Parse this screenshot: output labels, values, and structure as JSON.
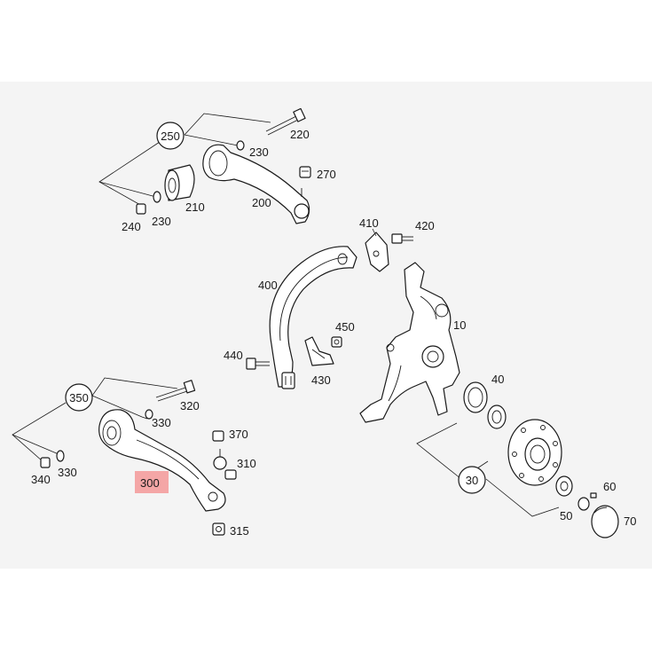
{
  "callouts": {
    "c10": "10",
    "c30": "30",
    "c40": "40",
    "c50": "50",
    "c60": "60",
    "c70": "70",
    "c200": "200",
    "c210": "210",
    "c220": "220",
    "c230a": "230",
    "c230b": "230",
    "c240": "240",
    "c250": "250",
    "c270": "270",
    "c300": "300",
    "c310": "310",
    "c315": "315",
    "c320": "320",
    "c330a": "330",
    "c330b": "330",
    "c340": "340",
    "c350": "350",
    "c370": "370",
    "c400": "400",
    "c410": "410",
    "c420": "420",
    "c430": "430",
    "c440": "440",
    "c450": "450"
  },
  "colors": {
    "highlight": "#f4a6a6",
    "panel": "#f4f4f4",
    "line": "#1a1a1a"
  }
}
